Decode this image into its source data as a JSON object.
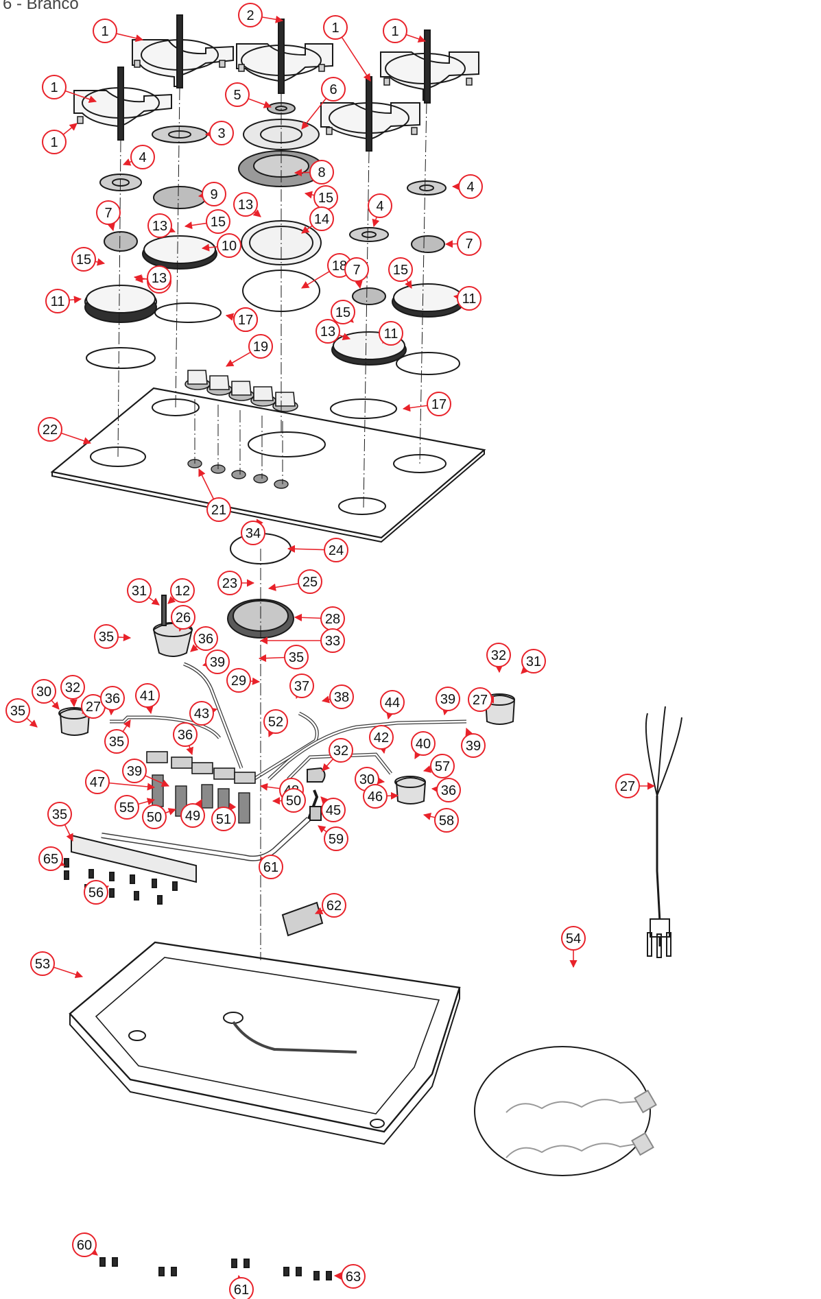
{
  "page": {
    "title_fragment": "6 - Branco",
    "colors": {
      "callout_ring": "#e8222a",
      "callout_fill": "#ffffff",
      "part_stroke": "#1a1a1a",
      "part_fill": "#d8d8d8",
      "text": "#111111"
    }
  },
  "callouts": [
    {
      "n": "1"
    },
    {
      "n": "2"
    },
    {
      "n": "1"
    },
    {
      "n": "1"
    },
    {
      "n": "1"
    },
    {
      "n": "1"
    },
    {
      "n": "5"
    },
    {
      "n": "6"
    },
    {
      "n": "3"
    },
    {
      "n": "4"
    },
    {
      "n": "8"
    },
    {
      "n": "9"
    },
    {
      "n": "15"
    },
    {
      "n": "4"
    },
    {
      "n": "4"
    },
    {
      "n": "13"
    },
    {
      "n": "15"
    },
    {
      "n": "13"
    },
    {
      "n": "14"
    },
    {
      "n": "7"
    },
    {
      "n": "10"
    },
    {
      "n": "18"
    },
    {
      "n": "7"
    },
    {
      "n": "7"
    },
    {
      "n": "15"
    },
    {
      "n": "13"
    },
    {
      "n": "15"
    },
    {
      "n": "13"
    },
    {
      "n": "11"
    },
    {
      "n": "11"
    },
    {
      "n": "17"
    },
    {
      "n": "15"
    },
    {
      "n": "13"
    },
    {
      "n": "11"
    },
    {
      "n": "17"
    },
    {
      "n": "19"
    },
    {
      "n": "17"
    },
    {
      "n": "22"
    },
    {
      "n": "21"
    },
    {
      "n": "34"
    },
    {
      "n": "24"
    },
    {
      "n": "23"
    },
    {
      "n": "25"
    },
    {
      "n": "31"
    },
    {
      "n": "12"
    },
    {
      "n": "26"
    },
    {
      "n": "28"
    },
    {
      "n": "35"
    },
    {
      "n": "36"
    },
    {
      "n": "33"
    },
    {
      "n": "39"
    },
    {
      "n": "35"
    },
    {
      "n": "32"
    },
    {
      "n": "31"
    },
    {
      "n": "30"
    },
    {
      "n": "32"
    },
    {
      "n": "27"
    },
    {
      "n": "29"
    },
    {
      "n": "27"
    },
    {
      "n": "35"
    },
    {
      "n": "36"
    },
    {
      "n": "41"
    },
    {
      "n": "43"
    },
    {
      "n": "37"
    },
    {
      "n": "38"
    },
    {
      "n": "44"
    },
    {
      "n": "39"
    },
    {
      "n": "35"
    },
    {
      "n": "39"
    },
    {
      "n": "36"
    },
    {
      "n": "52"
    },
    {
      "n": "42"
    },
    {
      "n": "40"
    },
    {
      "n": "32"
    },
    {
      "n": "57"
    },
    {
      "n": "30"
    },
    {
      "n": "39"
    },
    {
      "n": "47"
    },
    {
      "n": "48"
    },
    {
      "n": "46"
    },
    {
      "n": "36"
    },
    {
      "n": "27"
    },
    {
      "n": "55"
    },
    {
      "n": "50"
    },
    {
      "n": "49"
    },
    {
      "n": "51"
    },
    {
      "n": "50"
    },
    {
      "n": "45"
    },
    {
      "n": "58"
    },
    {
      "n": "35"
    },
    {
      "n": "59"
    },
    {
      "n": "65"
    },
    {
      "n": "61"
    },
    {
      "n": "56"
    },
    {
      "n": "62"
    },
    {
      "n": "54"
    },
    {
      "n": "53"
    },
    {
      "n": "60"
    },
    {
      "n": "61"
    },
    {
      "n": "63"
    },
    {
      "n": "61"
    }
  ]
}
